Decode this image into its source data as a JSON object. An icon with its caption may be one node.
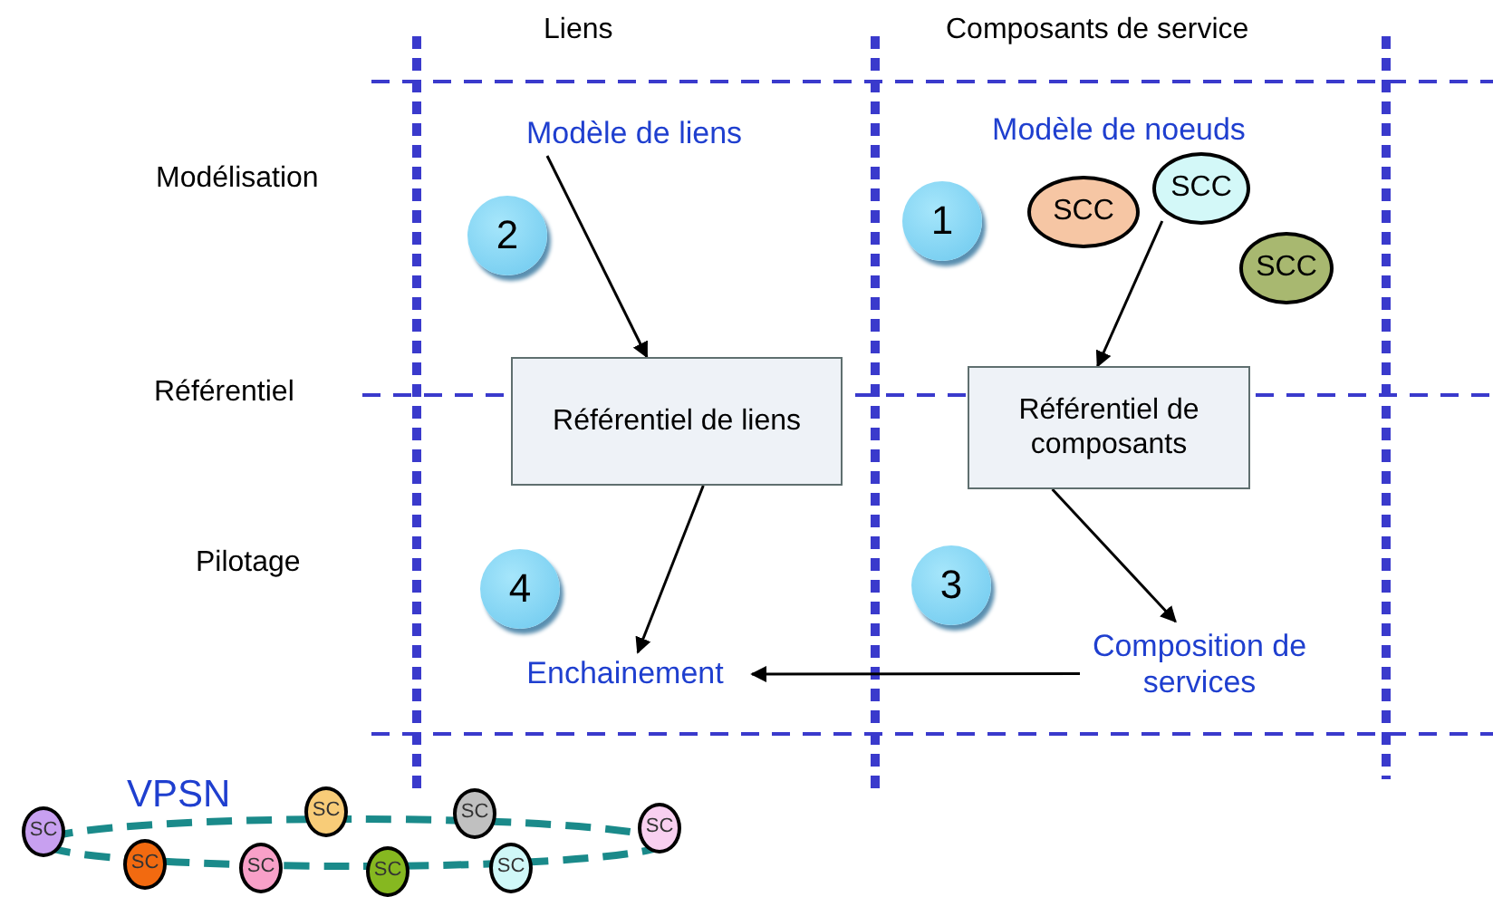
{
  "diagram": {
    "nodes": [
      {
        "text": [
          "Modèle de liens"
        ]
      },
      {
        "text": [
          "Modèle de noeuds"
        ]
      },
      {
        "text": [
          "SCC"
        ]
      },
      {
        "text": [
          "SCC"
        ]
      },
      {
        "text": [
          "SCC"
        ]
      },
      {
        "text": [
          "Référentiel de liens"
        ]
      },
      {
        "text": [
          "Référentiel de composants"
        ]
      },
      {
        "text": [
          "Enchainement"
        ]
      },
      {
        "text": [
          "Composition de services"
        ]
      },
      {
        "text": [
          "1"
        ]
      },
      {
        "text": [
          "2"
        ]
      },
      {
        "text": [
          "3"
        ]
      },
      {
        "text": [
          "4"
        ]
      },
      {
        "text": [
          "SC"
        ]
      },
      {
        "text": [
          "SC"
        ]
      },
      {
        "text": [
          "SC"
        ]
      },
      {
        "text": [
          "SC"
        ]
      },
      {
        "text": [
          "SC"
        ]
      },
      {
        "text": [
          "SC"
        ]
      },
      {
        "text": [
          "SC"
        ]
      },
      {
        "text": [
          "SC"
        ]
      }
    ],
    "edges": [
      {
        "from": 0,
        "to": 5,
        "arrow": "to"
      },
      {
        "from": 3,
        "to": 6,
        "arrow": "to"
      },
      {
        "from": 5,
        "to": 7,
        "arrow": "to"
      },
      {
        "from": 6,
        "to": 8,
        "arrow": "to"
      },
      {
        "from": 8,
        "to": 7,
        "arrow": "to"
      }
    ],
    "labels": [
      "Liens",
      "Composants de service",
      "Modélisation",
      "Référentiel",
      "Pilotage",
      "VPSN"
    ]
  }
}
